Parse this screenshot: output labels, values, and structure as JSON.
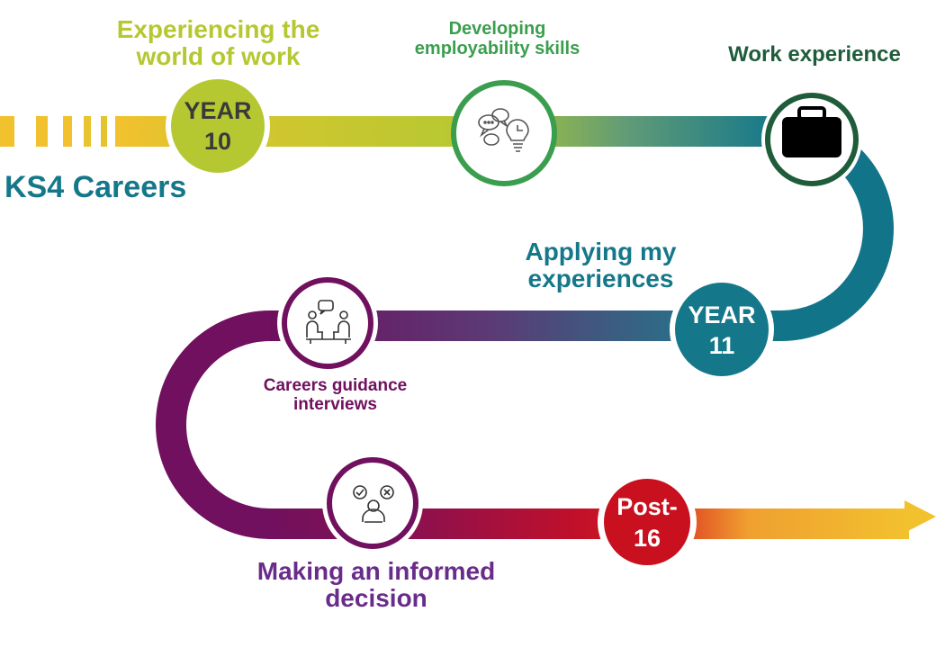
{
  "title": "KS4 Careers",
  "stages": {
    "experiencing": {
      "line1": "Experiencing the",
      "line2": "world of work"
    },
    "developing": {
      "line1": "Developing",
      "line2": "employability skills"
    },
    "work_experience": {
      "label": "Work experience"
    },
    "applying": {
      "line1": "Applying my",
      "line2": "experiences"
    },
    "guidance": {
      "line1": "Careers guidance",
      "line2": "interviews"
    },
    "decision": {
      "line1": "Making an informed",
      "line2": "decision"
    }
  },
  "nodes": {
    "year10": {
      "line1": "YEAR",
      "line2": "10"
    },
    "year11": {
      "line1": "YEAR",
      "line2": "11"
    },
    "post16": {
      "line1": "Post-",
      "line2": "16"
    }
  },
  "icons": {
    "developing": "speech-bubbles-lightbulb-icon",
    "work_experience": "briefcase-icon",
    "guidance": "interview-icon",
    "decision": "person-decision-icon"
  },
  "colors": {
    "yellow": "#F2C12E",
    "lime": "#B5C832",
    "green": "#3B9E4F",
    "dark_green": "#1F5C3A",
    "teal": "#15788A",
    "teal_dark": "#0F6A7E",
    "purple": "#70105E",
    "violet": "#5B3A86",
    "crimson": "#C0102A",
    "red": "#C8101E",
    "orange": "#F0A030"
  }
}
